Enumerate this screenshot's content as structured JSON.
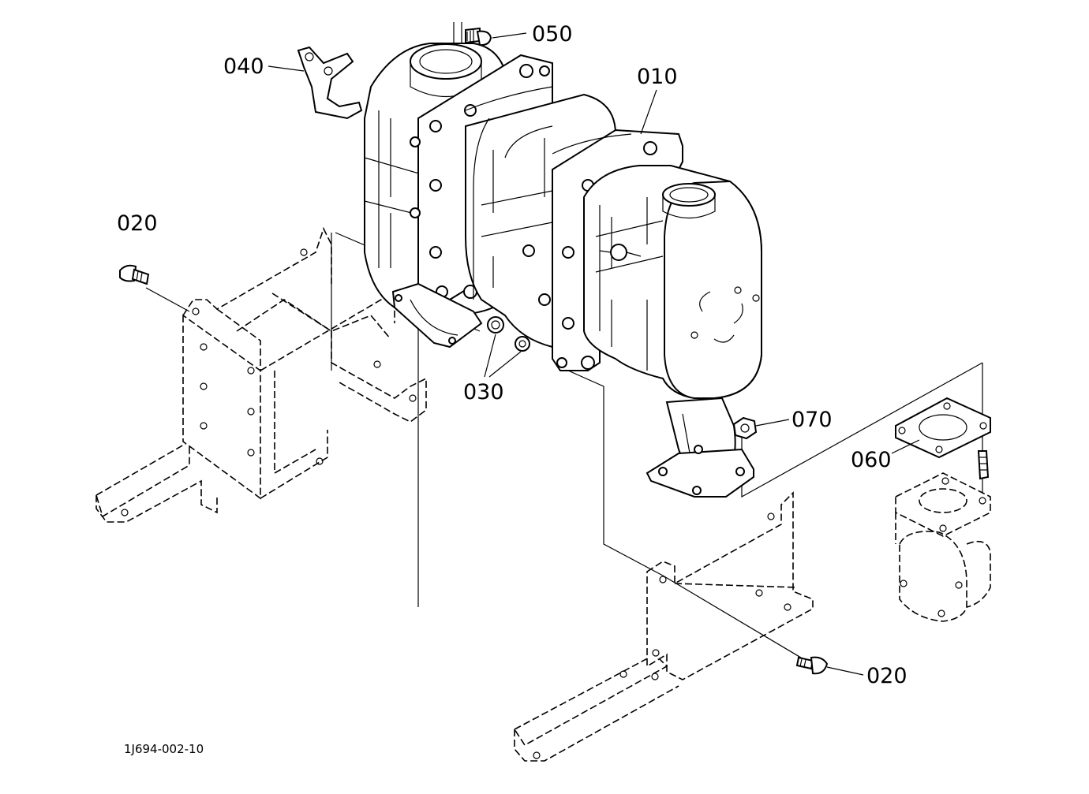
{
  "diagram": {
    "callouts": {
      "p010": "010",
      "p020_left": "020",
      "p020_right": "020",
      "p030": "030",
      "p040": "040",
      "p050": "050",
      "p060": "060",
      "p070": "070"
    },
    "drawing_id": "1J694-002-10"
  }
}
